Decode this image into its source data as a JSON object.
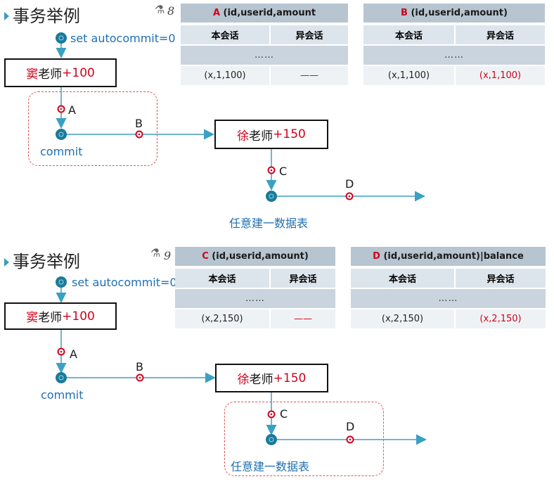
{
  "colors": {
    "node_blue": "#1a7a9a",
    "arrow_blue": "#3aa0c4",
    "marker_red": "#d0021b",
    "dash_red": "#e05555",
    "header_bg": "#b7c5d1",
    "row_bg": "#dde5ec"
  },
  "panels": [
    {
      "title": "事务举例",
      "slide_number": "8",
      "setup_text": "set autocommit=0",
      "teacher1": {
        "name": "窦老师",
        "surname": "窦",
        "rest": "老师",
        "amount": "+100"
      },
      "teacher2": {
        "name": "徐老师",
        "surname": "徐",
        "rest": "老师",
        "amount": "+150"
      },
      "commit_label": "commit",
      "create_table_label": "任意建一数据表",
      "points": [
        "A",
        "B",
        "C",
        "D"
      ],
      "table_left": {
        "header_letter": "A",
        "header_rest": " (id,userid,amount",
        "col1": "本会话",
        "col2": "异会话",
        "dots": "……",
        "val1": "(x,1,100)",
        "val2": "——"
      },
      "table_right": {
        "header_letter": "B",
        "header_rest": " (id,userid,amount)",
        "col1": "本会话",
        "col2": "异会话",
        "dots": "……",
        "val1": "(x,1,100)",
        "val2": "(x,1,100)"
      }
    },
    {
      "title": "事务举例",
      "slide_number": "9",
      "setup_text": "set autocommit=0",
      "teacher1": {
        "name": "窦老师",
        "surname": "窦",
        "rest": "老师",
        "amount": "+100"
      },
      "teacher2": {
        "name": "徐老师",
        "surname": "徐",
        "rest": "老师",
        "amount": "+150"
      },
      "commit_label": "commit",
      "create_table_label": "任意建一数据表",
      "points": [
        "A",
        "B",
        "C",
        "D"
      ],
      "table_left": {
        "header_letter": "C",
        "header_rest": " (id,userid,amount)",
        "col1": "本会话",
        "col2": "异会话",
        "dots": "……",
        "val1": "(x,2,150)",
        "val2": "——"
      },
      "table_right": {
        "header_letter": "D",
        "header_rest": " (id,userid,amount)|balance",
        "col1": "本会话",
        "col2": "异会话",
        "dots": "……",
        "val1": "(x,2,150)",
        "val2": "(x,2,150)"
      }
    }
  ]
}
